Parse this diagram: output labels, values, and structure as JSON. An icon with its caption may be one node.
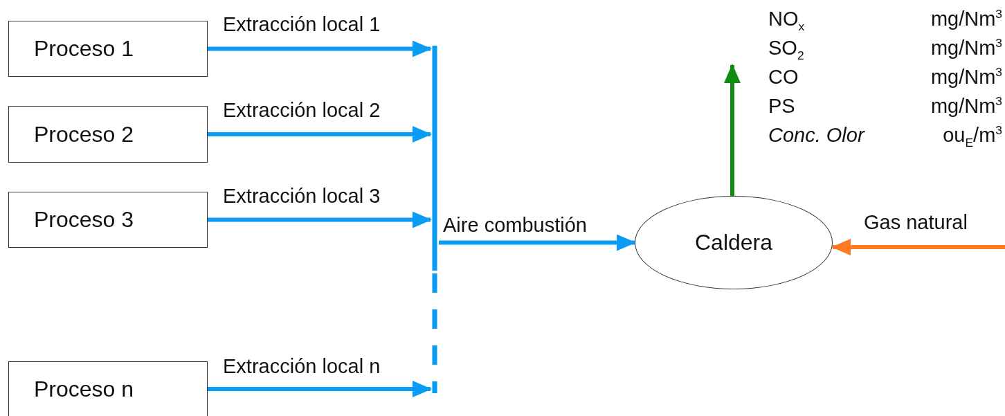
{
  "diagram": {
    "nodes": [
      {
        "text": [
          "Proceso 1"
        ]
      },
      {
        "text": [
          "Proceso 2"
        ]
      },
      {
        "text": [
          "Proceso 3"
        ]
      },
      {
        "text": [
          "Proceso n"
        ]
      },
      {
        "text": [],
        "shape": "bar"
      },
      {
        "text": [
          "Caldera"
        ]
      }
    ],
    "edges": [
      {
        "from": 0,
        "to": 4,
        "arrow": "to",
        "label": "Extracción local 1"
      },
      {
        "from": 1,
        "to": 4,
        "arrow": "to",
        "label": "Extracción local 2"
      },
      {
        "from": 2,
        "to": 4,
        "arrow": "to",
        "label": "Extracción local 3"
      },
      {
        "from": 3,
        "to": 4,
        "arrow": "to",
        "label": "Extracción local n"
      },
      {
        "from": 4,
        "to": 5,
        "arrow": "to",
        "label": "Aire combustión"
      },
      {
        "from": 5,
        "to": null,
        "arrow": "to",
        "color": "#138a13"
      },
      {
        "from": null,
        "to": 5,
        "arrow": "to",
        "label": "Gas natural",
        "color": "#ff7a21"
      }
    ],
    "labels": [
      "NO$_{x}$",
      "mg/Nm$^{3}$",
      "SO$_{2}$",
      "mg/Nm$^{3}$",
      "CO",
      "mg/Nm$^{3}$",
      "PS",
      "mg/Nm$^{3}$",
      "Conc. Olor",
      "ou$_{E}$/m$^{3}$"
    ]
  }
}
